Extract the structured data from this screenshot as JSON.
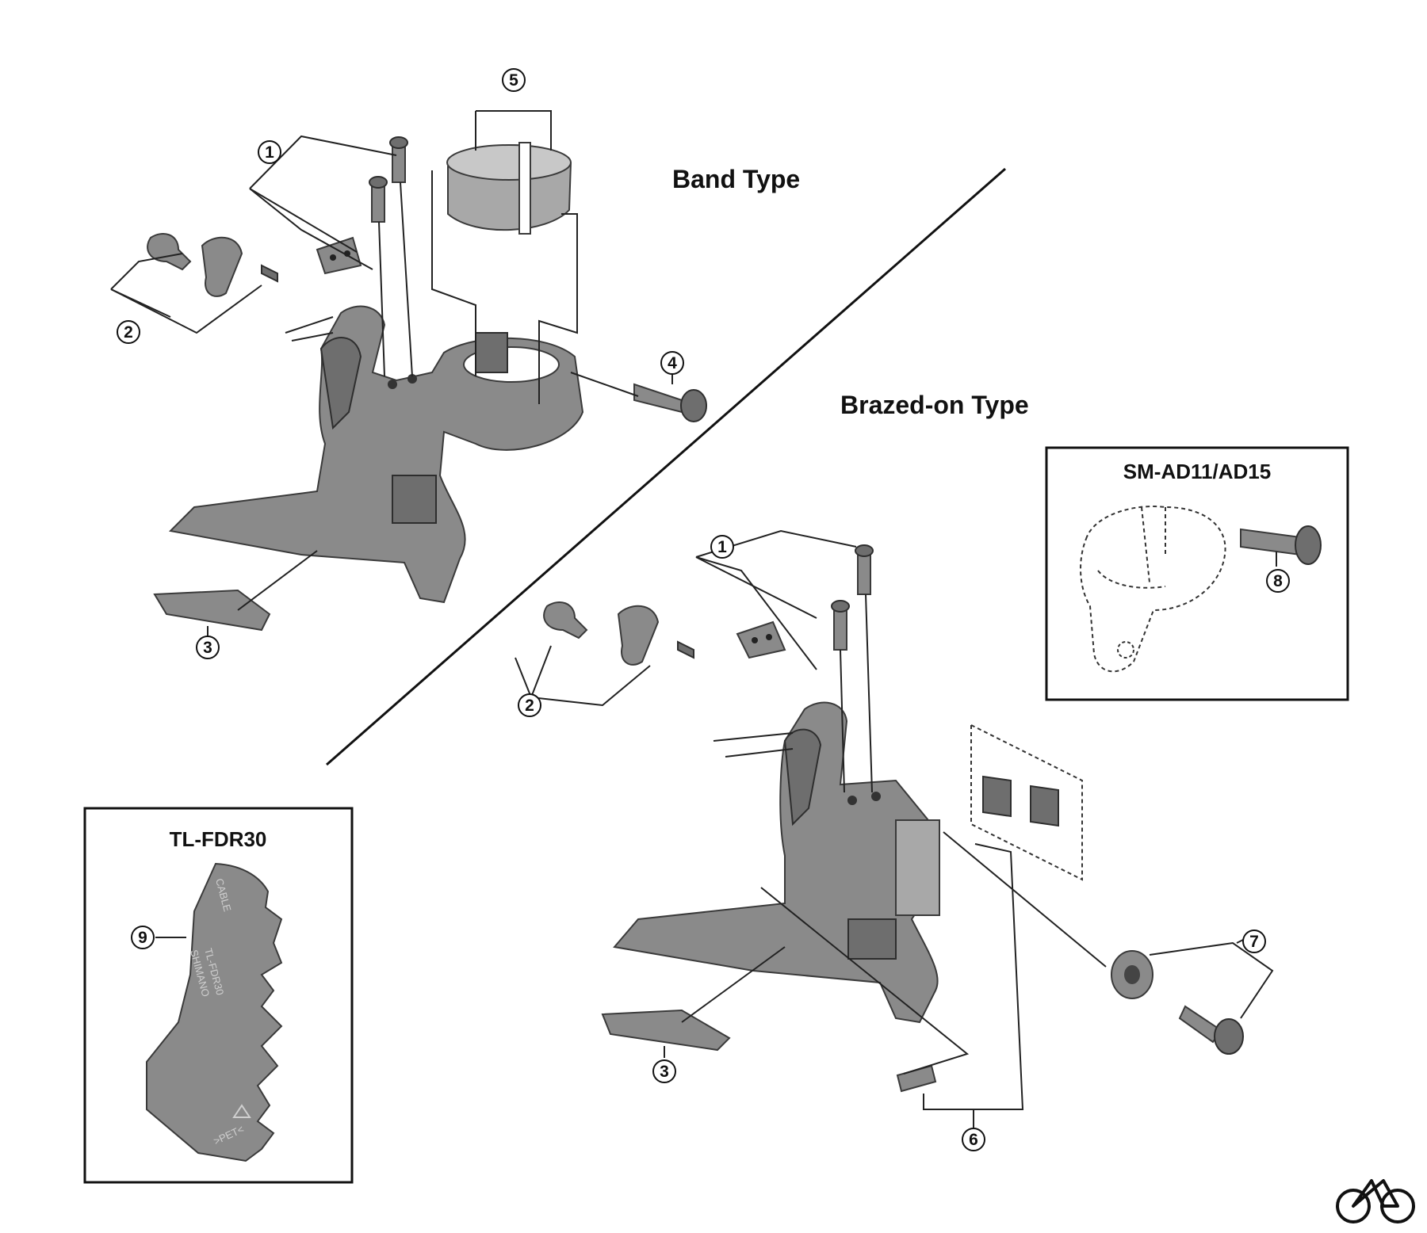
{
  "titles": {
    "band_type": "Band Type",
    "brazed_on_type": "Brazed-on Type"
  },
  "boxes": {
    "adapter": "SM-AD11/AD15",
    "tool": "TL-FDR30"
  },
  "callouts": {
    "band_1": "1",
    "band_2": "2",
    "band_3": "3",
    "band_4": "4",
    "band_5": "5",
    "brazed_1": "1",
    "brazed_2": "2",
    "brazed_3": "3",
    "brazed_6": "6",
    "brazed_7": "7",
    "adapter_8": "8",
    "tool_9": "9"
  },
  "tool_markings": {
    "brand": "SHIMANO",
    "model": "TL-FDR30",
    "cable": "CABLE",
    "material": ">PET<"
  },
  "icons": {
    "logo": "bicycle-icon"
  },
  "colors": {
    "part_fill": "#8a8a8a",
    "line": "#222222"
  }
}
